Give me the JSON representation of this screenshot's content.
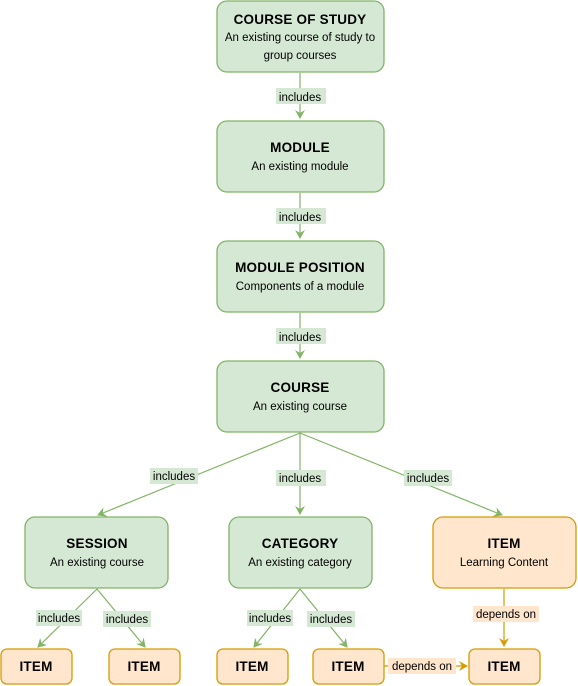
{
  "colors": {
    "green_fill": "#d5e8d4",
    "green_stroke": "#82b366",
    "orange_fill": "#ffe6cc",
    "orange_stroke": "#d79b00"
  },
  "nodes": {
    "course_of_study": {
      "title": "COURSE OF STUDY",
      "subtitle_line1": "An existing course of study to",
      "subtitle_line2": "group courses"
    },
    "module": {
      "title": "MODULE",
      "subtitle": "An existing module"
    },
    "module_position": {
      "title": "MODULE POSITION",
      "subtitle": "Components of a module"
    },
    "course": {
      "title": "COURSE",
      "subtitle": "An existing course"
    },
    "session": {
      "title": "SESSION",
      "subtitle": "An existing course"
    },
    "category": {
      "title": "CATEGORY",
      "subtitle": "An existing category"
    },
    "item_learning": {
      "title": "ITEM",
      "subtitle": "Learning Content"
    },
    "item_session_1": {
      "title": "ITEM"
    },
    "item_session_2": {
      "title": "ITEM"
    },
    "item_category_1": {
      "title": "ITEM"
    },
    "item_category_2": {
      "title": "ITEM"
    },
    "item_dependent": {
      "title": "ITEM"
    }
  },
  "edges": {
    "includes": "includes",
    "depends_on": "depends on"
  }
}
